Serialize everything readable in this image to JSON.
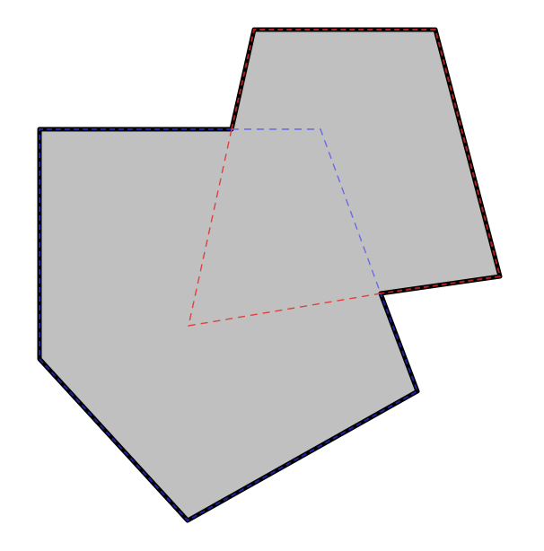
{
  "figure": {
    "description_visible_text": "",
    "colors": {
      "background": "#ffffff",
      "fill": "#c0c0c0",
      "outline": "#000000",
      "pentagon_dash": "#2020a0",
      "quad_dash": "#b02020",
      "pentagon_inner_dash": "#6a6ae6",
      "quad_inner_dash": "#e0403f"
    },
    "shapes": [
      {
        "name": "pentagon",
        "vertex_count": 5,
        "line_style": "dashed-overlay"
      },
      {
        "name": "quadrilateral",
        "vertex_count": 4,
        "line_style": "dashed-overlay"
      }
    ]
  }
}
